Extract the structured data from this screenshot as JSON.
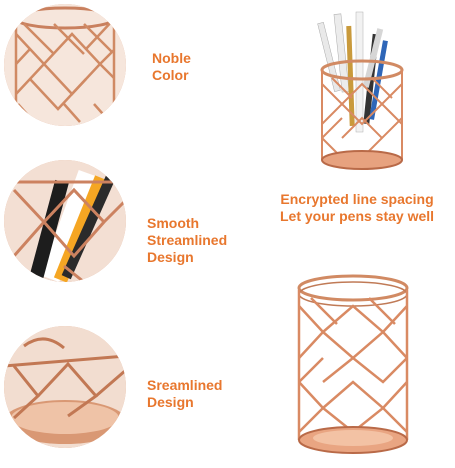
{
  "labels": {
    "noble": [
      "Noble",
      "Color"
    ],
    "smooth": [
      "Smooth",
      "Streamlined",
      "Design"
    ],
    "seamlined": [
      "Sreamlined",
      "Design"
    ],
    "encrypted": [
      "Encrypted line spacing",
      "Let your pens stay well"
    ]
  },
  "colors": {
    "label_text": "#e8772e",
    "rose_gold": "#d98a63",
    "rose_gold_dark": "#b96a48",
    "rose_gold_light": "#f2c4a9",
    "background": "#ffffff"
  },
  "images": {
    "detail_top": "rose-gold-wire-holder-closeup",
    "detail_middle": "wire-holder-with-pens-closeup",
    "detail_bottom": "wire-holder-base-closeup",
    "product_with_pens": "rose-gold-wire-pen-holder-with-pens",
    "product_empty": "rose-gold-wire-pen-holder-empty"
  }
}
